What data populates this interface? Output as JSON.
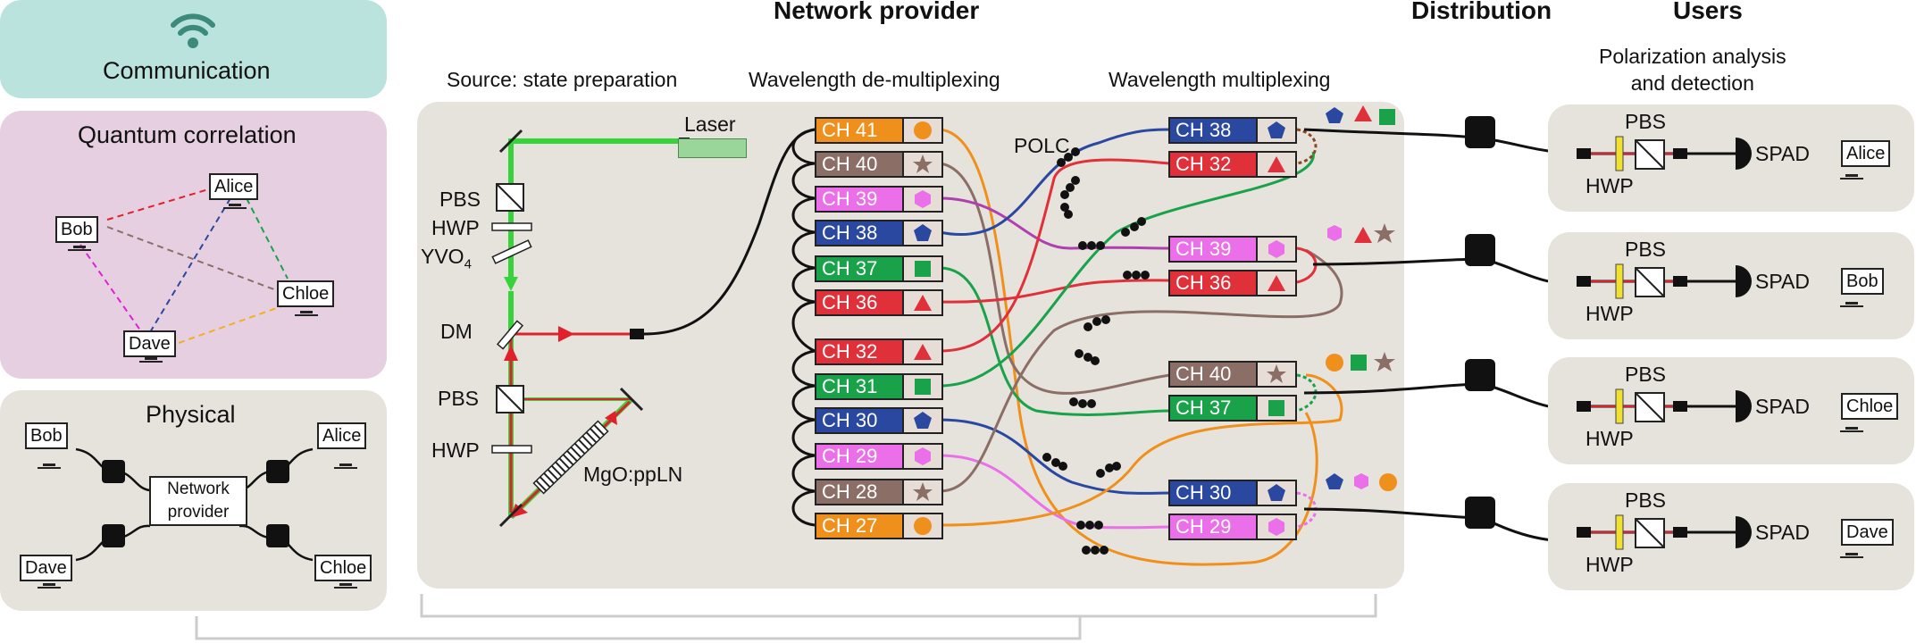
{
  "headers": {
    "network_provider": "Network provider",
    "distribution": "Distribution",
    "users": "Users"
  },
  "layers": {
    "communication": {
      "title": "Communication",
      "icon": "wifi-icon"
    },
    "quantum": {
      "title": "Quantum correlation",
      "nodes": [
        "Alice",
        "Bob",
        "Chloe",
        "Dave"
      ]
    },
    "physical": {
      "title": "Physical",
      "nodes": [
        "Bob",
        "Alice",
        "Dave",
        "Chloe"
      ],
      "center": "Network\nprovider"
    }
  },
  "source": {
    "title": "Source: state preparation",
    "laser": "Laser",
    "pbs": "PBS",
    "hwp": "HWP",
    "yvo4": "YVO",
    "yvo4_sub": "4",
    "dm": "DM",
    "pbs2": "PBS",
    "hwp2": "HWP",
    "crystal": "MgO:ppLN"
  },
  "demux": {
    "title": "Wavelength de-multiplexing",
    "channels": [
      {
        "label": "CH 41",
        "color": "#f0901c",
        "shape": "circle",
        "shape_color": "#f0901c"
      },
      {
        "label": "CH 40",
        "color": "#8b6e66",
        "shape": "star",
        "shape_color": "#8b6e66"
      },
      {
        "label": "CH 39",
        "color": "#ea6fe8",
        "shape": "hexagon",
        "shape_color": "#ea6fe8"
      },
      {
        "label": "CH 38",
        "color": "#2b48a0",
        "shape": "pentagon",
        "shape_color": "#2b48a0"
      },
      {
        "label": "CH 37",
        "color": "#19a24a",
        "shape": "square",
        "shape_color": "#19a24a"
      },
      {
        "label": "CH 36",
        "color": "#e0303a",
        "shape": "triangle",
        "shape_color": "#e0303a"
      },
      {
        "label": "CH 32",
        "color": "#e0303a",
        "shape": "triangle",
        "shape_color": "#e0303a"
      },
      {
        "label": "CH 31",
        "color": "#19a24a",
        "shape": "square",
        "shape_color": "#19a24a"
      },
      {
        "label": "CH 30",
        "color": "#2b48a0",
        "shape": "pentagon",
        "shape_color": "#2b48a0"
      },
      {
        "label": "CH 29",
        "color": "#ea6fe8",
        "shape": "hexagon",
        "shape_color": "#ea6fe8"
      },
      {
        "label": "CH 28",
        "color": "#8b6e66",
        "shape": "star",
        "shape_color": "#8b6e66"
      },
      {
        "label": "CH 27",
        "color": "#f0901c",
        "shape": "circle",
        "shape_color": "#f0901c"
      }
    ]
  },
  "mux": {
    "title": "Wavelength multiplexing",
    "polc": "POLC",
    "channels": [
      {
        "label": "CH 38",
        "color": "#2b48a0",
        "shape": "pentagon"
      },
      {
        "label": "CH 32",
        "color": "#e0303a",
        "shape": "triangle"
      },
      {
        "label": "CH 39",
        "color": "#ea6fe8",
        "shape": "hexagon"
      },
      {
        "label": "CH 36",
        "color": "#e0303a",
        "shape": "triangle"
      },
      {
        "label": "CH 40",
        "color": "#8b6e66",
        "shape": "star"
      },
      {
        "label": "CH 37",
        "color": "#19a24a",
        "shape": "square"
      },
      {
        "label": "CH 30",
        "color": "#2b48a0",
        "shape": "pentagon"
      },
      {
        "label": "CH 29",
        "color": "#ea6fe8",
        "shape": "hexagon"
      }
    ]
  },
  "detection": {
    "title": "Polarization analysis\nand detection",
    "users": [
      {
        "pbs": "PBS",
        "hwp": "HWP",
        "spad": "SPAD",
        "name": "Alice"
      },
      {
        "pbs": "PBS",
        "hwp": "HWP",
        "spad": "SPAD",
        "name": "Bob"
      },
      {
        "pbs": "PBS",
        "hwp": "HWP",
        "spad": "SPAD",
        "name": "Chloe"
      },
      {
        "pbs": "PBS",
        "hwp": "HWP",
        "spad": "SPAD",
        "name": "Dave"
      }
    ]
  },
  "colors": {
    "communication_bg": "#b9e3dc",
    "quantum_bg": "#e6cfe1",
    "panel_bg": "#e6e3dd",
    "green_beam": "#36d43a",
    "red_beam": "#e0202a"
  }
}
